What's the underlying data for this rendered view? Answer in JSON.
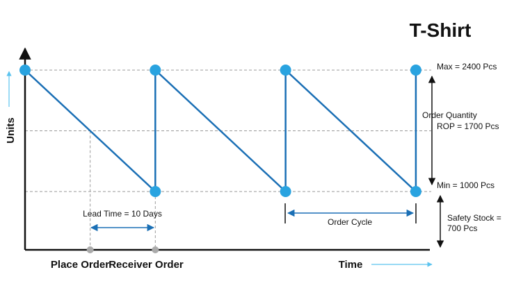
{
  "chart_data": {
    "type": "line",
    "title": "T-Shirt",
    "xlabel": "Time",
    "ylabel": "Units",
    "ylim": [
      0,
      2400
    ],
    "x": [
      0,
      1,
      1,
      2,
      2,
      3,
      3
    ],
    "series": [
      {
        "values": [
          2400,
          1000,
          2400,
          1000,
          2400,
          1000,
          2400
        ]
      }
    ],
    "reference_lines": [
      {
        "label": "Max = 2400 Pcs",
        "value": 2400
      },
      {
        "label": "ROP = 1700 Pcs",
        "value": 1700
      },
      {
        "label": "Min = 1000 Pcs",
        "value": 1000
      }
    ],
    "annotations": {
      "order_quantity": "Order Quantity",
      "safety_stock_line1": "Safety Stock =",
      "safety_stock_line2": "700 Pcs",
      "lead_time": "Lead Time = 10 Days",
      "order_cycle": "Order Cycle",
      "place_order": "Place Order",
      "receiver_order": "Receiver Order"
    },
    "grid": false,
    "colors": {
      "line": "#1a6fb5",
      "marker": "#29a3e0",
      "reference": "#999999",
      "arrow_light": "#5bc3ef",
      "event_marker": "#aaaaaa",
      "axis": "#111111"
    }
  }
}
